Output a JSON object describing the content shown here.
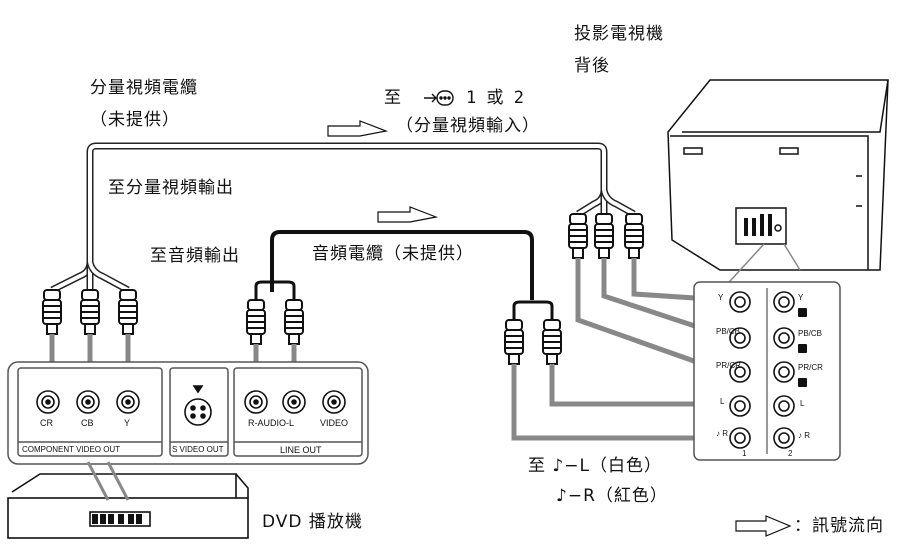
{
  "projection_tv": {
    "title_line1": "投影電視機",
    "title_line2": "背後"
  },
  "component_cable": {
    "name": "分量視頻電纜",
    "note": "（未提供）",
    "to_output": "至分量視頻輸出"
  },
  "destination": {
    "prefix": "至",
    "suffix": "1 或 2",
    "input": "（分量視頻輸入）"
  },
  "audio": {
    "to_output": "至音頻輸出",
    "cable": "音頻電纜（未提供）"
  },
  "audio_dest": {
    "left": "至 ♪−L（白色）",
    "right": "♪−R（紅色）"
  },
  "dvd": {
    "label": "DVD 播放機",
    "component_jacks": [
      "CR",
      "CB",
      "Y"
    ],
    "component_title": "COMPONENT VIDEO OUT",
    "svideo_title": "S VIDEO OUT",
    "line_jacks": [
      "R-AUDIO-L",
      "VIDEO"
    ],
    "line_title": "LINE OUT"
  },
  "tv_panel": {
    "col1": [
      "Y",
      "PB/CB",
      "PR/CR",
      "L",
      "♪ R"
    ],
    "col2": [
      "Y",
      "PB/CB",
      "PR/CR",
      "L",
      "♪ R"
    ],
    "col1_foot": "1",
    "col2_foot": "2"
  },
  "legend": {
    "text": "：訊號流向"
  }
}
